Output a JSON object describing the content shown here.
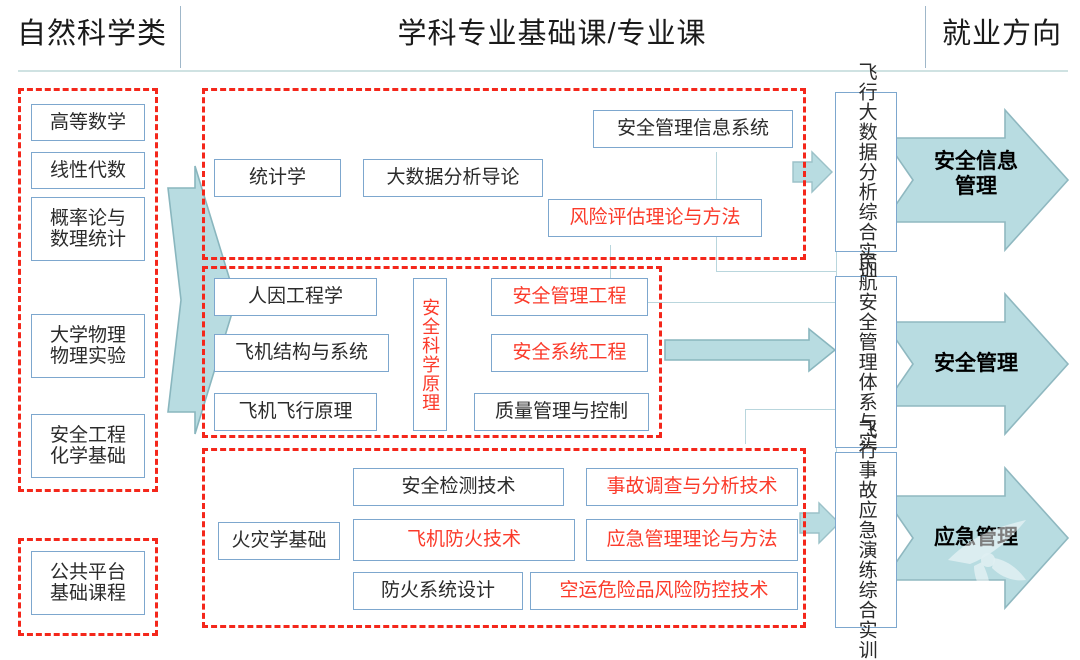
{
  "header": {
    "left": "自然科学类",
    "middle": "学科专业基础课/专业课",
    "right": "就业方向"
  },
  "palette": {
    "group_border": "#f4271b",
    "box_border": "#7da7ce",
    "box_text": "#2b2b2b",
    "box_text_highlight": "#fb3a2a",
    "arrow_fill": "#b8dce1",
    "arrow_stroke": "#89b6be",
    "connector": "#b9d6dd",
    "divider": "#9fb7c9",
    "header_rule": "#cfe2e2",
    "background": "#ffffff"
  },
  "left_column": {
    "group_a": {
      "label": "natural-science-core-group",
      "courses": [
        "高等数学",
        "线性代数",
        "概率论与\n数理统计",
        "大学物理\n物理实验",
        "安全工程\n化学基础"
      ]
    },
    "group_b": {
      "label": "public-platform-group",
      "courses": [
        "公共平台\n基础课程"
      ]
    }
  },
  "middle_column": {
    "group_1": {
      "label": "data-and-information-group",
      "courses": [
        {
          "text": "统计学",
          "highlight": false
        },
        {
          "text": "大数据分析导论",
          "highlight": false
        },
        {
          "text": "安全管理信息系统",
          "highlight": false
        },
        {
          "text": "风险评估理论与方法",
          "highlight": true
        }
      ]
    },
    "group_2": {
      "label": "safety-management-group",
      "courses": [
        {
          "text": "人因工程学",
          "highlight": false
        },
        {
          "text": "飞机结构与系统",
          "highlight": false
        },
        {
          "text": "飞机飞行原理",
          "highlight": false
        },
        {
          "text": "安全科学原理",
          "highlight": true,
          "vertical": true
        },
        {
          "text": "安全管理工程",
          "highlight": true
        },
        {
          "text": "安全系统工程",
          "highlight": true
        },
        {
          "text": "质量管理与控制",
          "highlight": false
        }
      ]
    },
    "group_3": {
      "label": "emergency-and-fire-group",
      "courses": [
        {
          "text": "安全检测技术",
          "highlight": false
        },
        {
          "text": "事故调查与分析技术",
          "highlight": true
        },
        {
          "text": "火灾学基础",
          "highlight": false
        },
        {
          "text": "飞机防火技术",
          "highlight": true
        },
        {
          "text": "应急管理理论与方法",
          "highlight": true
        },
        {
          "text": "防火系统设计",
          "highlight": false
        },
        {
          "text": "空运危险品风险防控技术",
          "highlight": true
        }
      ]
    }
  },
  "practice_column": {
    "items": [
      {
        "name": "flight-bigdata-training",
        "text": "飞行大数据分析综合实训"
      },
      {
        "name": "civil-aviation-sms-practice",
        "text": "民航安全管理体系与实践"
      },
      {
        "name": "flight-accident-emergency-drill",
        "text": "飞行事故应急演练综合实训"
      }
    ]
  },
  "outcomes": [
    {
      "name": "outcome-safety-information-management",
      "text": "安全信息\n管理"
    },
    {
      "name": "outcome-safety-management",
      "text": "安全管理"
    },
    {
      "name": "outcome-emergency-management",
      "text": "应急管理"
    }
  ]
}
